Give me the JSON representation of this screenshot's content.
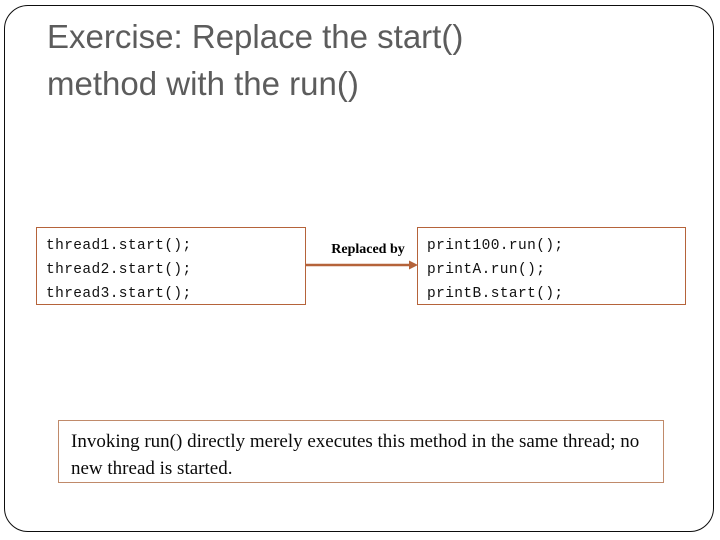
{
  "slide": {
    "title": "Exercise: Replace the start()\nmethod with the run()",
    "frame_color": "#0d0d0d",
    "title_color": "#5c5c5c",
    "background": "#ffffff"
  },
  "diagram": {
    "accent_color": "#b5633a",
    "before_box": {
      "name": "original-code",
      "lines": [
        "thread1.start();",
        "thread2.start();",
        "thread3.start();"
      ]
    },
    "connector": {
      "label": "Replaced by",
      "direction": "left-to-right",
      "color": "#b5633a"
    },
    "after_box": {
      "name": "replacement-code",
      "lines": [
        "print100.run();",
        "printA.run();",
        "printB.start();"
      ]
    }
  },
  "note": {
    "border_color": "#c08a6a",
    "text": "Invoking run() directly merely executes this method in the same thread; no new thread is started."
  }
}
